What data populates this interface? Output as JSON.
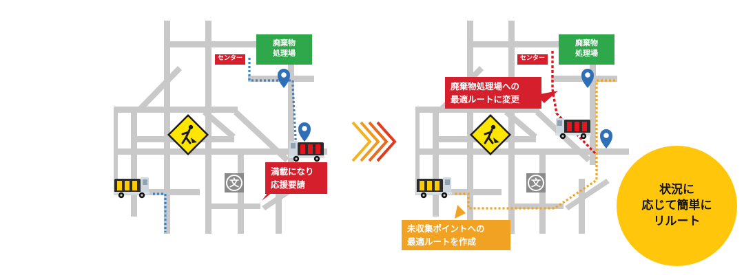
{
  "diagram": {
    "left_panel": {
      "facility_label": [
        "廃棄物",
        "処理場"
      ],
      "center_label": "センター",
      "callout": [
        "満載になり",
        "応援要請"
      ],
      "school_symbol": "文"
    },
    "right_panel": {
      "facility_label": [
        "廃棄物",
        "処理場"
      ],
      "center_label": "センター",
      "callout_red": [
        "廃棄物処理場への",
        "最適ルートに変更"
      ],
      "callout_orange": [
        "未収集ポイントへの",
        "最適ルートを作成"
      ],
      "school_symbol": "文"
    },
    "circle_label": [
      "状況に",
      "応じて簡単に",
      "リルート"
    ]
  },
  "colors": {
    "road": "#c9c9c9",
    "facility_green": "#2ea84a",
    "alert_red": "#d61f2c",
    "route_blue": "#3c82c4",
    "route_orange": "#f1a222",
    "highlight_yellow": "#ffc60b",
    "warning_yellow": "#ffe600",
    "pin_blue": "#2f6fb6"
  },
  "icons": [
    "location-pin-icon",
    "garbage-truck-icon",
    "construction-warning-icon",
    "school-map-symbol",
    "chevron-arrow-icon"
  ]
}
